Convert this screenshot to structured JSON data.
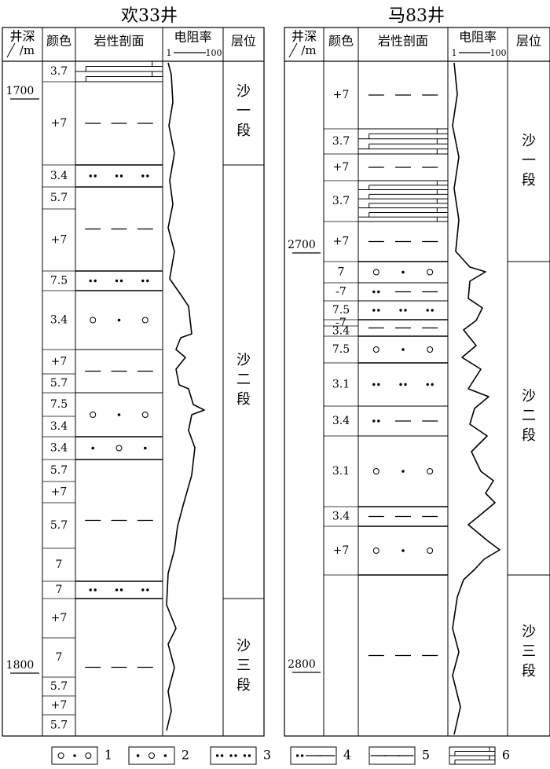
{
  "wells": [
    {
      "title": "欢33井",
      "headers": {
        "depth": [
          "井深",
          "/m"
        ],
        "color": "颜色",
        "lithology": "岩性剖面",
        "resistivity": "电阻率",
        "res_min": "1",
        "res_max": "100",
        "layer": "层位"
      },
      "depth_labels": [
        "1700",
        "1800"
      ],
      "color_codes": [
        "3.7",
        "+7",
        "3.4",
        "5.7",
        "+7",
        "7.5",
        "3.4",
        "+7",
        "5.7",
        "7.5",
        "3.4",
        "3.4",
        "5.7",
        "+7",
        "5.7",
        "7",
        "7",
        "+7",
        "7",
        "5.7",
        "+7",
        "5.7"
      ],
      "layers": [
        "沙一段",
        "沙二段",
        "沙三段"
      ]
    },
    {
      "title": "马83井",
      "headers": {
        "depth": [
          "井深",
          "/m"
        ],
        "color": "颜色",
        "lithology": "岩性剖面",
        "resistivity": "电阻率",
        "res_min": "1",
        "res_max": "100",
        "layer": "层位"
      },
      "depth_labels": [
        "2700",
        "2800"
      ],
      "color_codes": [
        "+7",
        "3.7",
        "+7",
        "3.7",
        "+7",
        "7",
        "-7",
        "7.5",
        "-7",
        "3.4",
        "7.5",
        "3.1",
        "3.4",
        "3.1",
        "3.4",
        "+7"
      ],
      "layers": [
        "沙一段",
        "沙二段",
        "沙三段"
      ]
    }
  ],
  "legend": [
    "1",
    "2",
    "3",
    "4",
    "5",
    "6"
  ]
}
